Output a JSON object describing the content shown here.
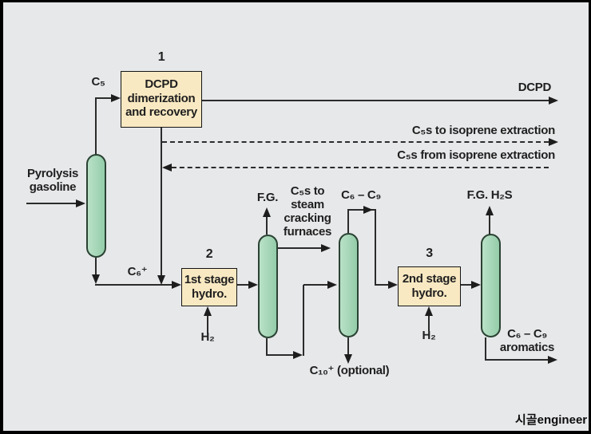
{
  "figure": {
    "watermark": "시골engineer",
    "colors": {
      "background": "#e7e8ea",
      "frame": "#000000",
      "line": "#2b2b2b",
      "unit_fill": "#f9e9c2",
      "column_fill": "#a5d6b7",
      "text": "#1f1f1f"
    },
    "units": {
      "u1": {
        "number": "1",
        "line1": "DCPD",
        "line2": "dimerization",
        "line3": "and recovery"
      },
      "u2": {
        "number": "2",
        "line1": "1st stage",
        "line2": "hydro."
      },
      "u3": {
        "number": "3",
        "line1": "2nd stage",
        "line2": "hydro."
      }
    },
    "streams": {
      "feed_line1": "Pyrolysis",
      "feed_line2": "gasoline",
      "c5": "C₅",
      "dcpd": "DCPD",
      "c5s_to_isoprene": "C₅s to isoprene extraction",
      "c5s_from_isoprene": "C₅s from isoprene extraction",
      "c6_plus": "C₆⁺",
      "h2_first": "H₂",
      "fuel_gas": "F.G.",
      "steam_line1": "C₅s to",
      "steam_line2": "steam",
      "steam_line3": "cracking",
      "steam_line4": "furnaces",
      "c6_c9": "C₆ – C₉",
      "c10_optional": "C₁₀⁺ (optional)",
      "h2_second": "H₂",
      "fg_h2s": "F.G. H₂S",
      "aromatics_line1": "C₆ – C₉",
      "aromatics_line2": "aromatics"
    }
  }
}
